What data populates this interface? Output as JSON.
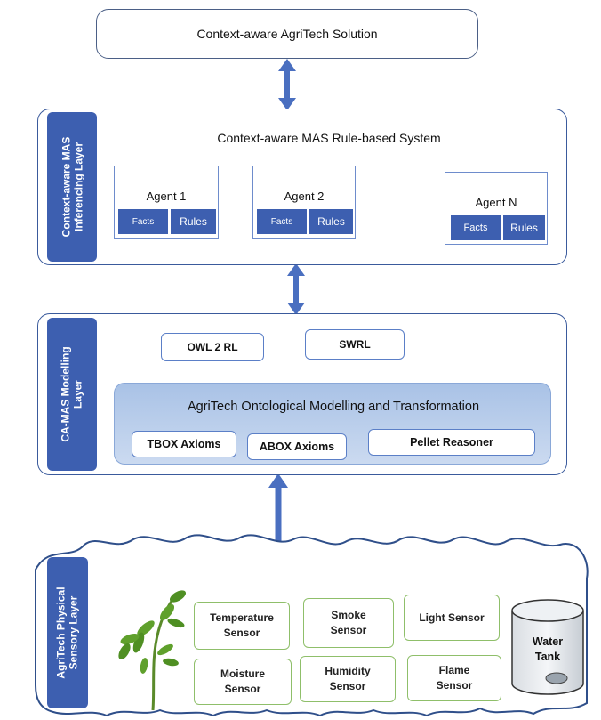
{
  "top_box": {
    "title": "Context-aware AgriTech Solution"
  },
  "inferencing_layer": {
    "tab_label": "Context-aware MAS\nInferencing Layer",
    "title": "Context-aware MAS Rule-based System",
    "agents": [
      {
        "name": "Agent 1",
        "facts": "Facts",
        "rules": "Rules"
      },
      {
        "name": "Agent 2",
        "facts": "Facts",
        "rules": "Rules"
      },
      {
        "name": "Agent N",
        "facts": "Facts",
        "rules": "Rules"
      }
    ]
  },
  "modelling_layer": {
    "tab_label": "CA-MAS Modelling\nLayer",
    "owl_label": "OWL 2 RL",
    "swrl_label": "SWRL",
    "ontology_title": "AgriTech Ontological Modelling and Transformation",
    "tbox_label": "TBOX Axioms",
    "abox_label": "ABOX Axioms",
    "pellet_label": "Pellet Reasoner"
  },
  "sensory_layer": {
    "tab_label": "AgriTech Physical\nSensory Layer",
    "sensors": [
      "Temperature\nSensor",
      "Smoke\nSensor",
      "Light Sensor",
      "Moisture\nSensor",
      "Humidity\nSensor",
      "Flame\nSensor"
    ],
    "water_tank_label": "Water\nTank"
  },
  "colors": {
    "primary_blue": "#3d5fb0",
    "border_blue": "#3a5a9c",
    "light_blue_panel": "#c5d6ef",
    "sensor_green": "#8fbf6a",
    "arrow_blue": "#4a6fc0"
  }
}
